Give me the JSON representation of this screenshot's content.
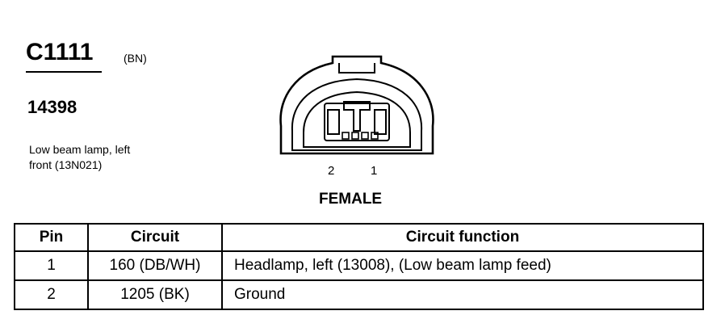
{
  "connector": {
    "id": "C1111",
    "color_code": "(BN)",
    "part_number": "14398",
    "description_lines": [
      "Low beam lamp, left",
      "front (13N021)"
    ],
    "gender": "FEMALE",
    "pin_labels": [
      "2",
      "1"
    ]
  },
  "table": {
    "headers": [
      "Pin",
      "Circuit",
      "Circuit function"
    ],
    "rows": [
      {
        "pin": "1",
        "circuit": "160 (DB/WH)",
        "function": "Headlamp, left (13008), (Low beam lamp feed)"
      },
      {
        "pin": "2",
        "circuit": "1205 (BK)",
        "function": "Ground"
      }
    ]
  }
}
